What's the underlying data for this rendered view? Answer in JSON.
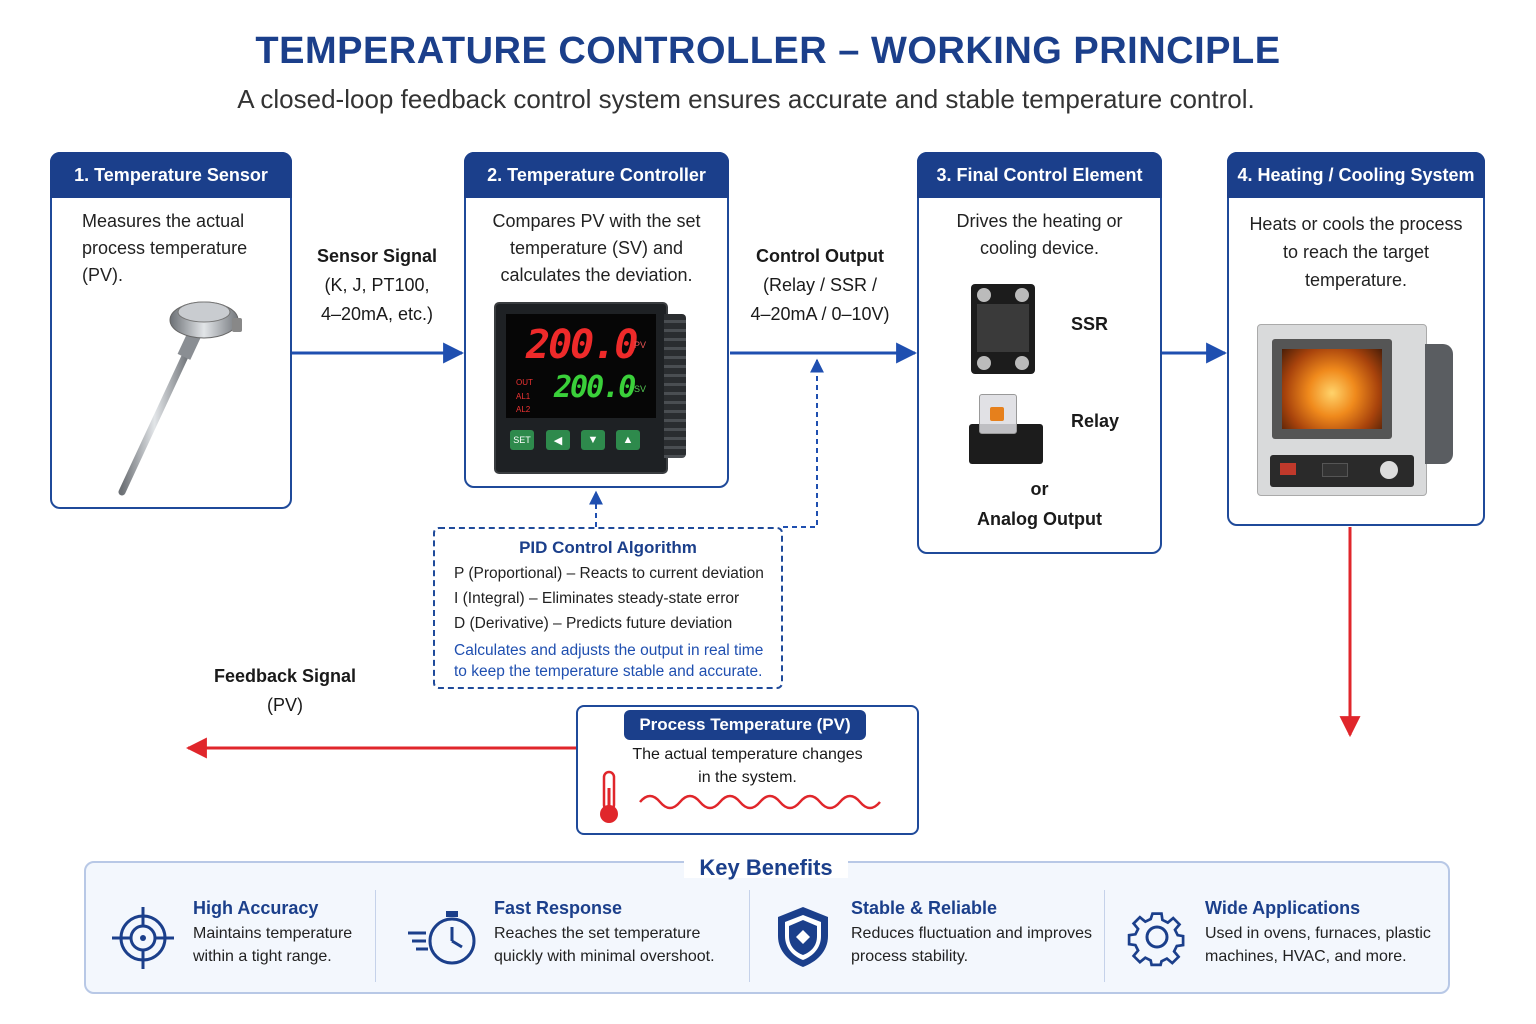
{
  "title": "TEMPERATURE CONTROLLER – WORKING PRINCIPLE",
  "subtitle": "A closed-loop feedback control system ensures accurate and stable temperature control.",
  "cards": [
    {
      "title": "1. Temperature Sensor",
      "lines": [
        "Measures the actual",
        "process temperature",
        "(PV)."
      ]
    },
    {
      "title": "2. Temperature Controller",
      "lines": [
        "Compares PV with the set",
        "temperature (SV) and",
        "calculates the deviation."
      ]
    },
    {
      "title": "3. Final Control Element",
      "lines": [
        "Drives the heating or",
        "cooling device."
      ]
    },
    {
      "title": "4. Heating / Cooling System",
      "lines": [
        "Heats or cools the process",
        "to reach the target",
        "temperature."
      ]
    }
  ],
  "controller_display": {
    "pv_value": "200.0",
    "sv_value": "200.0",
    "pv_label": "PV",
    "sv_label": "SV",
    "out_label": "OUT",
    "al_label": "AL1",
    "al2_label": "AL2",
    "set_button": "SET"
  },
  "final_element": {
    "ssr_label": "SSR",
    "relay_label": "Relay",
    "or_label": "or",
    "analog_label": "Analog Output"
  },
  "sensor_signal": {
    "title": "Sensor Signal",
    "lines": [
      "(K, J, PT100,",
      "4–20mA, etc.)"
    ]
  },
  "control_output": {
    "title": "Control Output",
    "lines": [
      "(Relay / SSR /",
      "4–20mA / 0–10V)"
    ]
  },
  "feedback_signal": {
    "title": "Feedback Signal",
    "sub": "(PV)"
  },
  "pid": {
    "title": "PID Control Algorithm",
    "lines": [
      "P (Proportional) – Reacts to current deviation",
      "I (Integral) – Eliminates steady-state error",
      "D (Derivative) – Predicts future deviation"
    ],
    "note": [
      "Calculates and adjusts the output in real time",
      "to keep the temperature stable and accurate."
    ]
  },
  "process_temp": {
    "title": "Process Temperature (PV)",
    "lines": [
      "The actual temperature changes",
      "in the system."
    ]
  },
  "benefits": {
    "title": "Key Benefits",
    "items": [
      {
        "title": "High Accuracy",
        "lines": [
          "Maintains temperature",
          "within a tight range."
        ],
        "icon": "target-icon"
      },
      {
        "title": "Fast Response",
        "lines": [
          "Reaches the set temperature",
          "quickly with minimal overshoot."
        ],
        "icon": "stopwatch-icon"
      },
      {
        "title": "Stable & Reliable",
        "lines": [
          "Reduces fluctuation and improves",
          "process stability."
        ],
        "icon": "shield-icon"
      },
      {
        "title": "Wide Applications",
        "lines": [
          "Used in ovens, furnaces, plastic",
          "machines, HVAC, and more."
        ],
        "icon": "gear-icon"
      }
    ]
  },
  "colors": {
    "primary": "#1b3f8b",
    "feedback": "#e0262b",
    "benefit_bg": "#f3f7fd"
  }
}
